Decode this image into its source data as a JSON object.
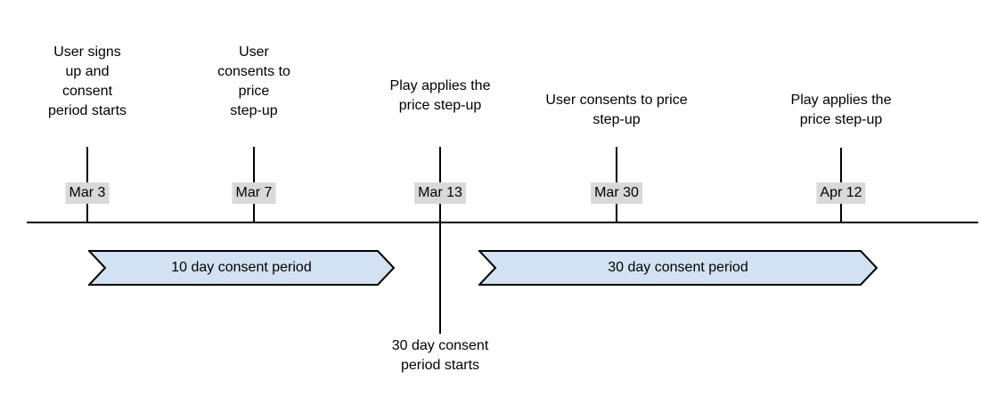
{
  "timeline": {
    "events": [
      {
        "date": "Mar 3",
        "label": "User signs\nup and\nconsent\nperiod starts"
      },
      {
        "date": "Mar 7",
        "label": "User\nconsents to\nprice\nstep-up"
      },
      {
        "date": "Mar 13",
        "label": "Play applies the\nprice step-up",
        "below_label": "30 day consent\nperiod starts"
      },
      {
        "date": "Mar 30",
        "label": "User consents to price\nstep-up"
      },
      {
        "date": "Apr 12",
        "label": "Play applies the\nprice step-up"
      }
    ],
    "periods": [
      {
        "label": "10 day consent period"
      },
      {
        "label": "30 day consent period"
      }
    ],
    "colors": {
      "background": "#ffffff",
      "axis_line": "#000000",
      "text": "#000000",
      "date_badge_bg": "#d9d9d9",
      "period_fill": "#d3e2f2",
      "period_border": "#000000"
    }
  }
}
